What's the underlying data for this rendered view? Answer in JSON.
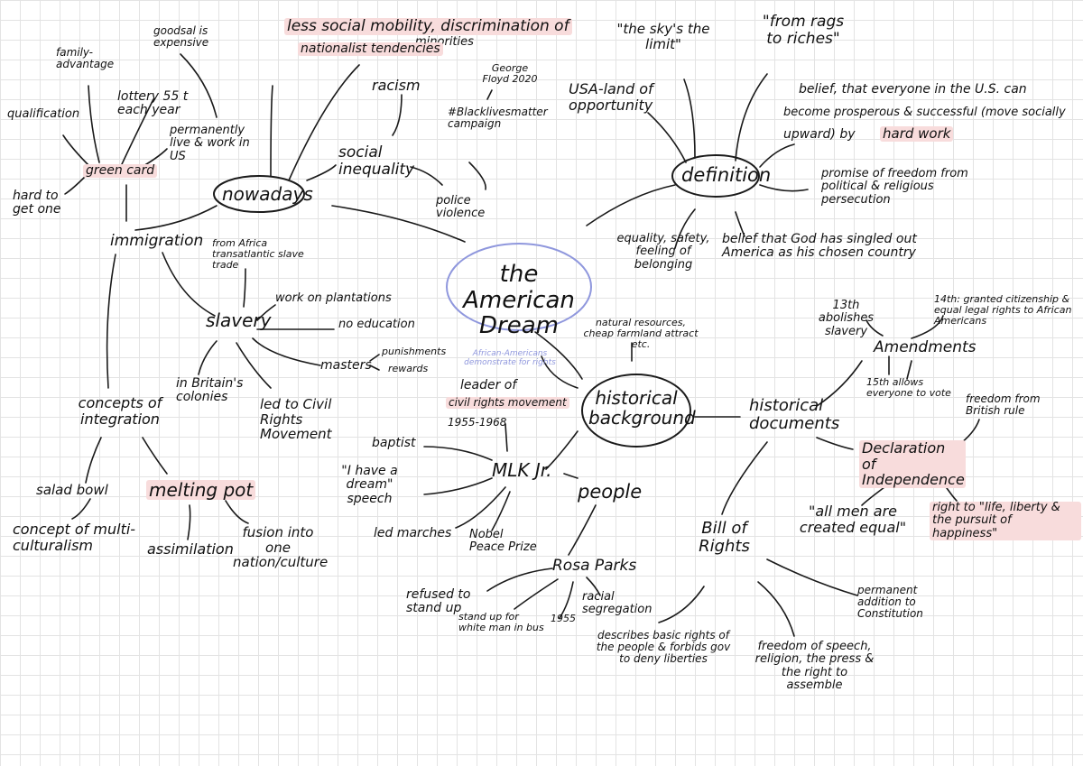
{
  "colors": {
    "ink": "#1a1a1a",
    "highlight": "#f8dcdc",
    "central_outline": "#8f97dd",
    "annotation": "#8f97dd",
    "grid": "#e3e3e3"
  },
  "central": {
    "title": "the American Dream"
  },
  "hubs": {
    "nowadays": "nowadays",
    "definition": "definition",
    "historical_background": "historical background"
  },
  "immigration": {
    "title": "immigration",
    "green_card": "green card",
    "qualification": "qualification",
    "family_advantage": "family-advantage",
    "lottery": "lottery 55 t each year",
    "goodsal_expensive": "goodsal is expensive",
    "permanently_live": "permanently live & work in US",
    "hard_to_get": "hard to get one"
  },
  "integration": {
    "concepts": "concepts of integration",
    "salad_bowl": "salad bowl",
    "melting_pot": "melting pot",
    "multiculturalism": "concept of multi-culturalism",
    "assimilation": "assimilation",
    "fusion": "fusion into one nation/culture"
  },
  "slavery": {
    "title": "slavery",
    "from_africa": "from Africa transatlantic slave trade",
    "work_plantations": "work on plantations",
    "no_education": "no education",
    "masters": "masters",
    "punishments": "punishments",
    "rewards": "rewards",
    "british_colonies": "in Britain's colonies",
    "civil_rights": "led to Civil Rights Movement"
  },
  "nowadays_branch": {
    "less_mobility": "less social mobility, discrimination of",
    "minorities": "minorities",
    "nationalist": "nationalist tendencies",
    "racism": "racism",
    "george_floyd": "George Floyd 2020",
    "blm": "#Blacklivesmatter campaign",
    "social_inequality": "social inequality",
    "police_violence": "police violence"
  },
  "definition_branch": {
    "sky_limit": "\"the sky's the limit\"",
    "rags_riches": "\"from rags to riches\"",
    "usa_land": "USA-land of opportunity",
    "belief_everyone": "belief, that everyone in the U.S. can",
    "become_prosperous": "become prosperous & successful (move socially",
    "upward_by": "upward) by",
    "hard_work": "hard work",
    "promise_freedom": "promise of freedom from political & religious persecution",
    "equality": "equality, safety, feeling of belonging",
    "belief_god": "belief that God has singled out America as his chosen country"
  },
  "history_branch": {
    "natural_resources": "natural resources, cheap farmland attract etc.",
    "african_americans_note": "African-Americans demonstrate for rights",
    "leader_of": "leader of",
    "civil_rights_movement": "civil rights movement",
    "years": "1955-1968",
    "baptist": "baptist",
    "mlk": "MLK Jr.",
    "dream_speech": "\"I have a dream\" speech",
    "led_marches": "led marches",
    "nobel": "Nobel Peace Prize",
    "people": "people",
    "rosa_parks": "Rosa Parks",
    "refused": "refused to stand up",
    "stand_up_for": "stand up for white man in bus",
    "year_1955": "1955",
    "racial_segregation": "racial segregation",
    "documents": "historical documents",
    "amendments": "Amendments",
    "thirteenth": "13th abolishes slavery",
    "fourteenth": "14th: granted citizenship & equal legal rights to African Americans",
    "fifteenth": "15th allows everyone to vote",
    "declaration": "Declaration of Independence",
    "freedom_british": "freedom from British rule",
    "all_men": "\"all men are created equal\"",
    "right_to": "right to \"life, liberty & the pursuit of happiness\"",
    "bill_of_rights": "Bill of Rights",
    "permanent_addition": "permanent addition to Constitution",
    "describes_rights": "describes basic rights of the people & forbids gov to deny liberties",
    "freedom_speech": "freedom of speech, religion, the press & the right to assemble"
  }
}
